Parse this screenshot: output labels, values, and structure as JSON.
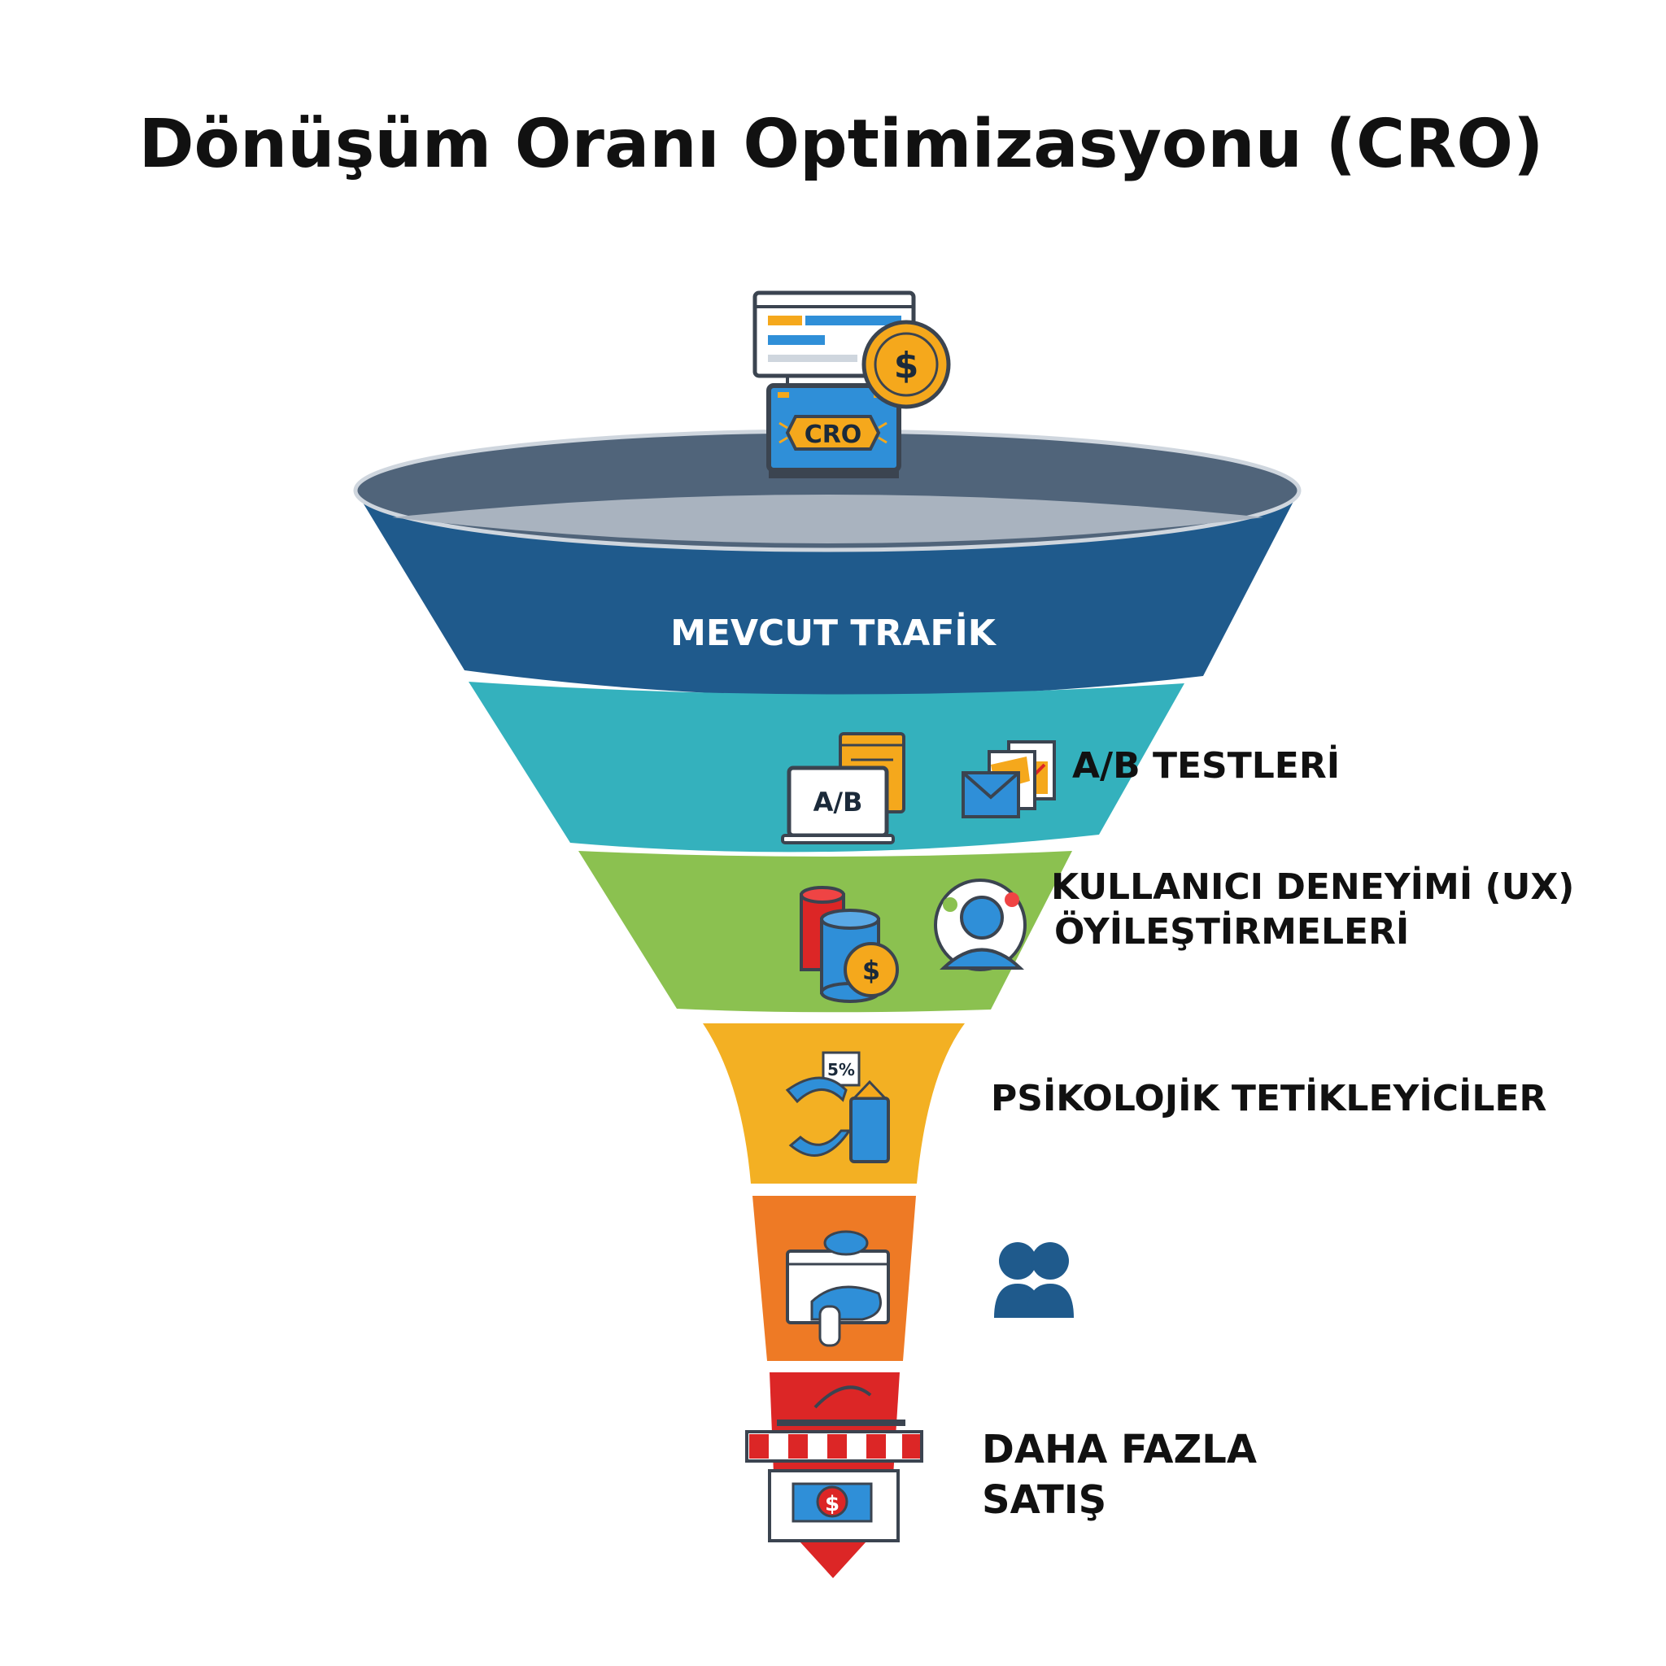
{
  "title": "Dönüşüm Oranı Optimizasyonu (CRO)",
  "colors": {
    "background": "#ffffff",
    "text": "#111111",
    "rim": "#50647a",
    "blue": "#1f5a8c",
    "teal": "#34b1bd",
    "green": "#8bc150",
    "yellow": "#f3b023",
    "orange": "#ee7a25",
    "red": "#dc2626",
    "gold": "#f5a81c",
    "icon_blue": "#2f8fd8",
    "icon_dark": "#3b4450"
  },
  "top_icon": {
    "badge": "CRO",
    "coin_symbol": "$"
  },
  "funnel": {
    "layers": [
      {
        "label": "MEVCUT TRAFİK",
        "color_key": "blue"
      },
      {
        "label": "A/B TESTLERİ",
        "color_key": "teal",
        "screen_text": "A/B"
      },
      {
        "label_line1": "KULLANICI DENEYİMİ (UX)",
        "label_line2": "ÖYİLEŞTİRMELERİ",
        "color_key": "green",
        "coin_symbol": "$"
      },
      {
        "label": "PSİKOLOJİK TETİKLEYİCİLER",
        "color_key": "yellow",
        "tag_text": "5%"
      },
      {
        "label": "",
        "color_key": "orange",
        "side_icon": "users-icon"
      },
      {
        "label_line1": "DAHA FAZLA",
        "label_line2": "SATIŞ",
        "color_key": "red",
        "store_symbol": "$"
      }
    ]
  }
}
